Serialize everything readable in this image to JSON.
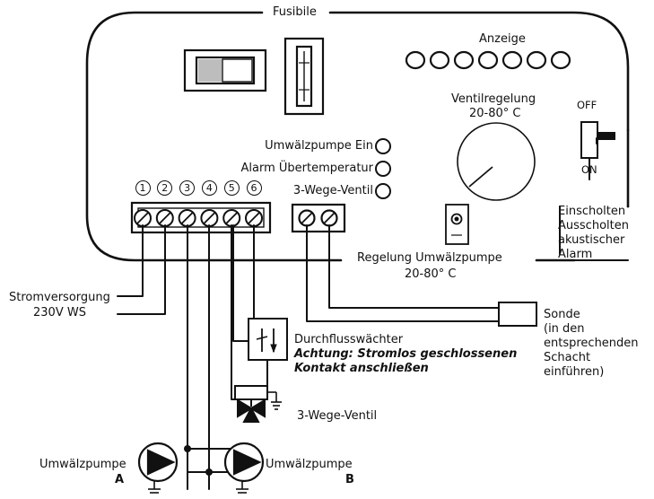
{
  "labels": {
    "fuse": "Fusibile",
    "display": "Anzeige",
    "valve_control": "Ventilregelung",
    "valve_range": "20-80° C",
    "off": "OFF",
    "on": "ON",
    "pump_on": "Umwälzpumpe Ein",
    "alarm_overtemp": "Alarm Übertemperatur",
    "three_way_valve_indicator": "3-Wege-Ventil",
    "switch_on": "Einscholten",
    "switch_off": "Ausscholten",
    "acoustic": "akustischer",
    "alarm": "Alarm",
    "pump_control": "Regelung Umwälzpumpe",
    "pump_range": "20-80° C",
    "power_supply": "Stromversorgung",
    "voltage": "230V WS",
    "flow_switch": "Durchflusswächter",
    "warning_1": "Achtung: Stromlos geschlossenen",
    "warning_2": "Kontakt anschließen",
    "three_way_valve": "3-Wege-Ventil",
    "probe_1": "Sonde",
    "probe_2": "(in den",
    "probe_3": "entsprechenden",
    "probe_4": "Schacht",
    "probe_5": "einführen)",
    "pump_a": "Umwälzpumpe",
    "pump_a_letter": "A",
    "pump_b": "Umwälzpumpe",
    "pump_b_letter": "B"
  },
  "terminals": [
    "1",
    "2",
    "3",
    "4",
    "5",
    "6"
  ],
  "display_led_count": 7,
  "colors": {
    "line": "#111111",
    "background": "#ffffff",
    "fill_gray": "#bdbdbd"
  }
}
